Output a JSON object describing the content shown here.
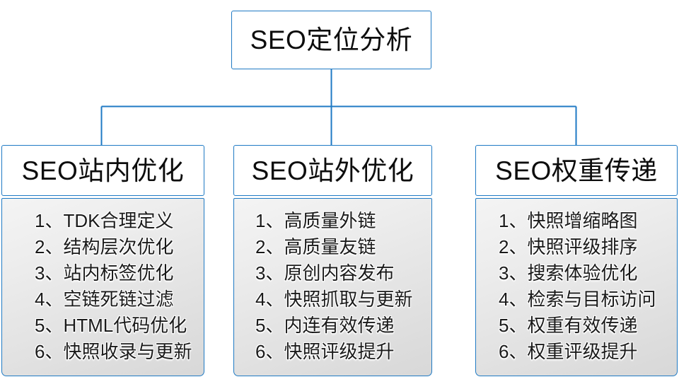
{
  "diagram": {
    "type": "org-chart",
    "title": "SEO定位分析",
    "line_color": "#1f7ac4",
    "border_color": "#1f7ac4",
    "body_fill": "#e3e3e3",
    "header_fill": "#ffffff",
    "text_color": "#0d0d0d"
  },
  "root": {
    "label": "SEO定位分析"
  },
  "branches": [
    {
      "id": "on-site",
      "header": "SEO站内优化",
      "items": [
        "1、TDK合理定义",
        "2、结构层次优化",
        "3、站内标签优化",
        "4、空链死链过滤",
        "5、HTML代码优化",
        "6、快照收录与更新"
      ]
    },
    {
      "id": "off-site",
      "header": "SEO站外优化",
      "items": [
        "1、高质量外链",
        "2、高质量友链",
        "3、原创内容发布",
        "4、快照抓取与更新",
        "5、内连有效传递",
        "6、快照评级提升"
      ]
    },
    {
      "id": "weight-transfer",
      "header": "SEO权重传递",
      "items": [
        "1、快照增缩略图",
        "2、快照评级排序",
        "3、搜索体验优化",
        "4、检索与目标访问",
        "5、权重有效传递",
        "6、权重评级提升"
      ]
    }
  ]
}
